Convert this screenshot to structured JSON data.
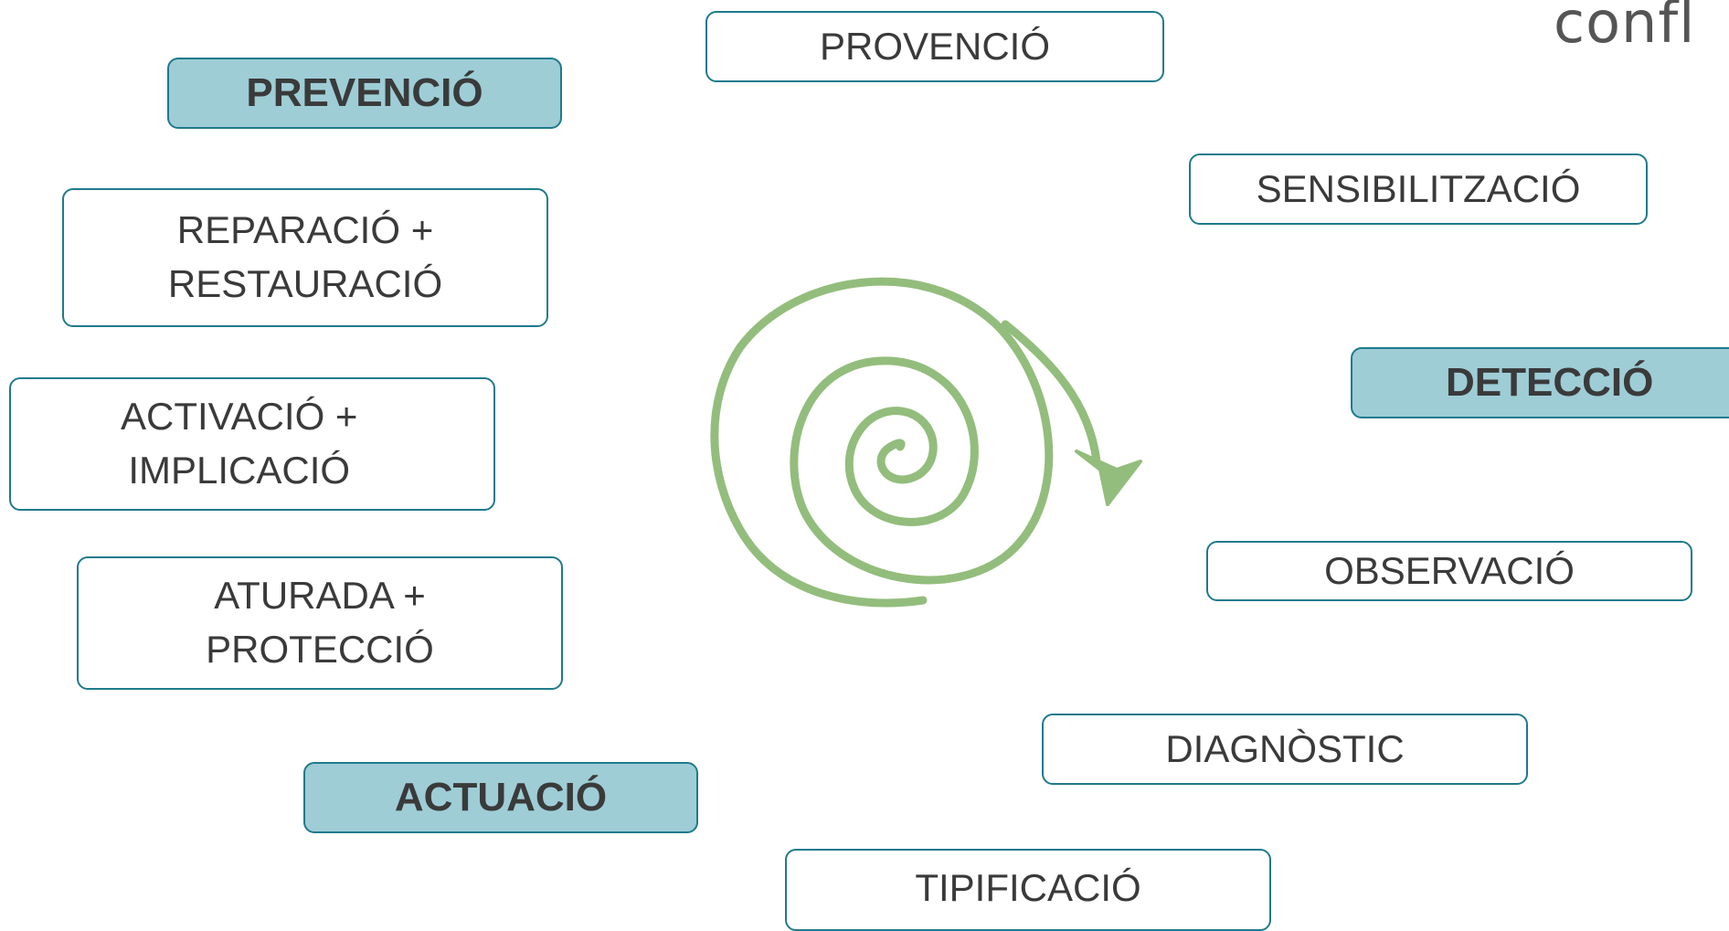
{
  "corner_title": "confl",
  "colors": {
    "box_border": "#1e7a8c",
    "head_fill": "#9ecdd6",
    "text": "#3a3a3a",
    "spiral": "#93bd7c"
  },
  "boxes": {
    "prevencio": "PREVENCIÓ",
    "provencio": "PROVENCIÓ",
    "sensibilitzacio": "SENSIBILITZACIÓ",
    "deteccio": "DETECCIÓ",
    "observacio": "OBSERVACIÓ",
    "diagnostic": "DIAGNÒSTIC",
    "tipificacio": "TIPIFICACIÓ",
    "actuacio": "ACTUACIÓ",
    "aturada": "ATURADA +\nPROTECCIÓ",
    "activacio": "ACTIVACIÓ +\nIMPLICACIÓ",
    "reparacio": "REPARACIÓ +\nRESTAURACIÓ"
  }
}
